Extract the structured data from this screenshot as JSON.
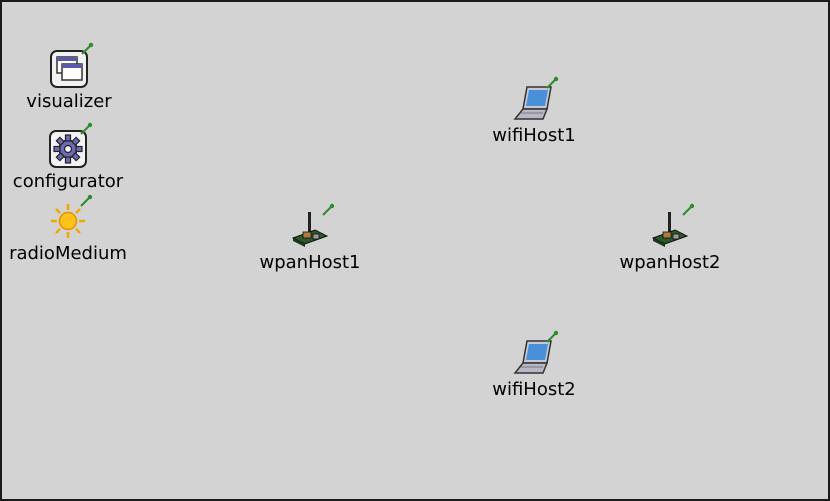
{
  "nodes": {
    "visualizer": {
      "label": "visualizer",
      "icon": "window-icon"
    },
    "configurator": {
      "label": "configurator",
      "icon": "gear-icon"
    },
    "radioMedium": {
      "label": "radioMedium",
      "icon": "sun-icon"
    },
    "wifiHost1": {
      "label": "wifiHost1",
      "icon": "laptop-icon"
    },
    "wifiHost2": {
      "label": "wifiHost2",
      "icon": "laptop-icon"
    },
    "wpanHost1": {
      "label": "wpanHost1",
      "icon": "sensor-board-icon"
    },
    "wpanHost2": {
      "label": "wpanHost2",
      "icon": "sensor-board-icon"
    }
  },
  "colors": {
    "background": "#d3d3d3",
    "border": "#1a1a1a",
    "pin": "#2e8b2e"
  }
}
